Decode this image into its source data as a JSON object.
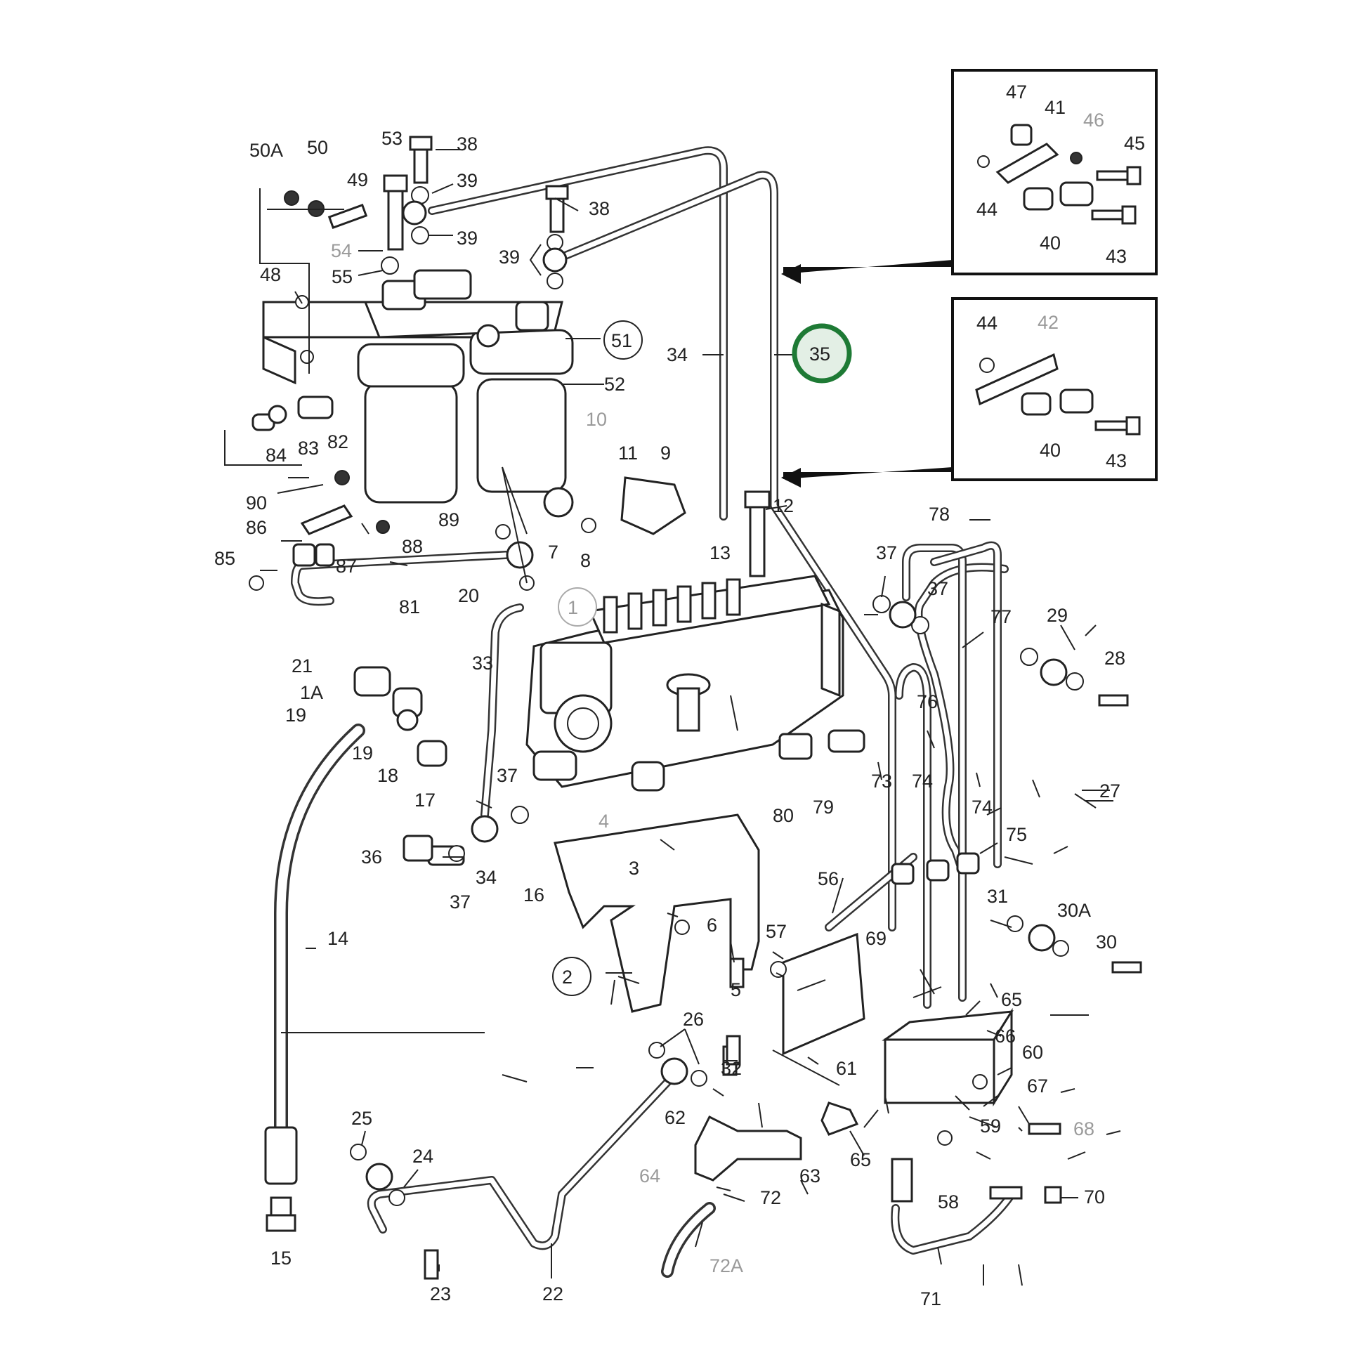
{
  "callouts": {
    "c1": "1",
    "c1A": "1A",
    "c2": "2",
    "c3": "3",
    "c4": "4",
    "c5": "5",
    "c6": "6",
    "c7": "7",
    "c8": "8",
    "c9": "9",
    "c10": "10",
    "c11": "11",
    "c12": "12",
    "c13": "13",
    "c14": "14",
    "c15": "15",
    "c16": "16",
    "c17": "17",
    "c18": "18",
    "c19a": "19",
    "c19b": "19",
    "c20": "20",
    "c21": "21",
    "c22": "22",
    "c23": "23",
    "c24": "24",
    "c25": "25",
    "c26": "26",
    "c27": "27",
    "c28": "28",
    "c29": "29",
    "c30": "30",
    "c30A": "30A",
    "c31": "31",
    "c32": "32",
    "c33": "33",
    "c34a": "34",
    "c34b": "34",
    "c35": "35",
    "c36": "36",
    "c37a": "37",
    "c37b": "37",
    "c37c": "37",
    "c37d": "37",
    "c38a": "38",
    "c38b": "38",
    "c39a": "39",
    "c39b": "39",
    "c39c": "39",
    "c40a": "40",
    "c40b": "40",
    "c41": "41",
    "c42": "42",
    "c43a": "43",
    "c43b": "43",
    "c44a": "44",
    "c44b": "44",
    "c45": "45",
    "c46": "46",
    "c47": "47",
    "c48": "48",
    "c49": "49",
    "c50": "50",
    "c50A": "50A",
    "c51": "51",
    "c52": "52",
    "c53": "53",
    "c54": "54",
    "c55": "55",
    "c56": "56",
    "c57": "57",
    "c58": "58",
    "c59": "59",
    "c60": "60",
    "c61": "61",
    "c62": "62",
    "c63": "63",
    "c64": "64",
    "c65a": "65",
    "c65b": "65",
    "c66": "66",
    "c67": "67",
    "c68": "68",
    "c69": "69",
    "c70": "70",
    "c71": "71",
    "c72": "72",
    "c72A": "72A",
    "c73": "73",
    "c74a": "74",
    "c74b": "74",
    "c75": "75",
    "c76": "76",
    "c77": "77",
    "c78": "78",
    "c79": "79",
    "c80": "80",
    "c81": "81",
    "c82": "82",
    "c83": "83",
    "c84": "84",
    "c85": "85",
    "c86": "86",
    "c87": "87",
    "c88": "88",
    "c89": "89",
    "c90": "90"
  },
  "highlight": {
    "color": "#1e7a35",
    "fill": "#e3efe5"
  },
  "icons": [
    "fuel-filter-icon",
    "injection-pump-icon",
    "bracket-icon",
    "pipe-icon",
    "clamp-icon",
    "bolt-icon",
    "washer-icon",
    "hose-icon"
  ]
}
